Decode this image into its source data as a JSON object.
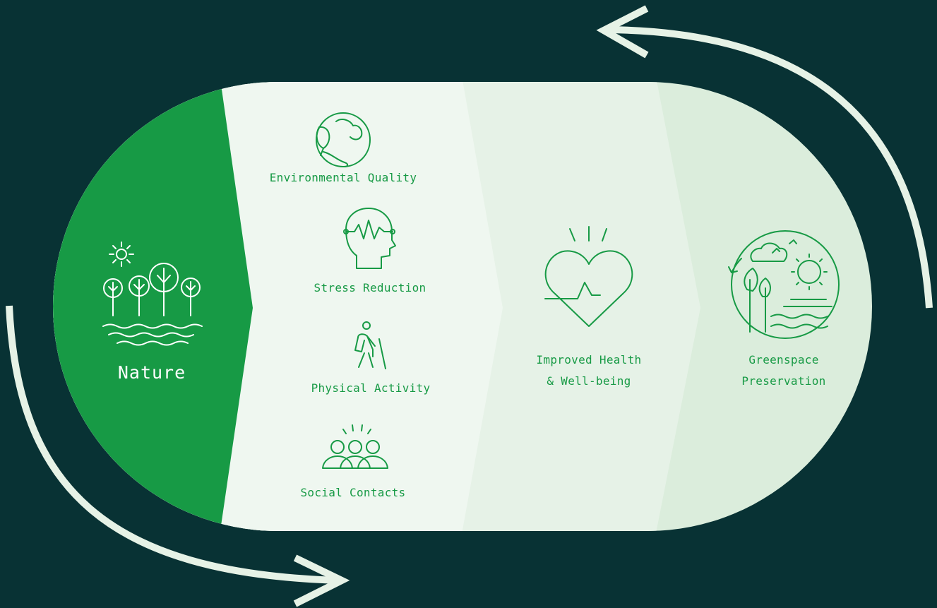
{
  "diagram": {
    "nature": {
      "label": "Nature"
    },
    "pathways": [
      {
        "label": "Environmental Quality",
        "icon": "earth-leaf-icon"
      },
      {
        "label": "Stress Reduction",
        "icon": "head-heartbeat-icon"
      },
      {
        "label": "Physical Activity",
        "icon": "hiker-icon"
      },
      {
        "label": "Social Contacts",
        "icon": "group-people-icon"
      }
    ],
    "outcome": {
      "line1": "Improved Health",
      "line2": "& Well-being",
      "icon": "heart-pulse-icon"
    },
    "result": {
      "line1": "Greenspace",
      "line2": "Preservation",
      "icon": "landscape-circle-icon"
    },
    "cycle_arrows": [
      "top-right-return-arrow-icon",
      "bottom-left-forward-arrow-icon"
    ],
    "colors": {
      "background": "#083234",
      "nature_green": "#179a45",
      "panel_light": "#eff7f0",
      "panel_mid": "#e6f2e7",
      "panel_dark": "#dbeddc",
      "arrow": "#e6f2e6"
    }
  }
}
